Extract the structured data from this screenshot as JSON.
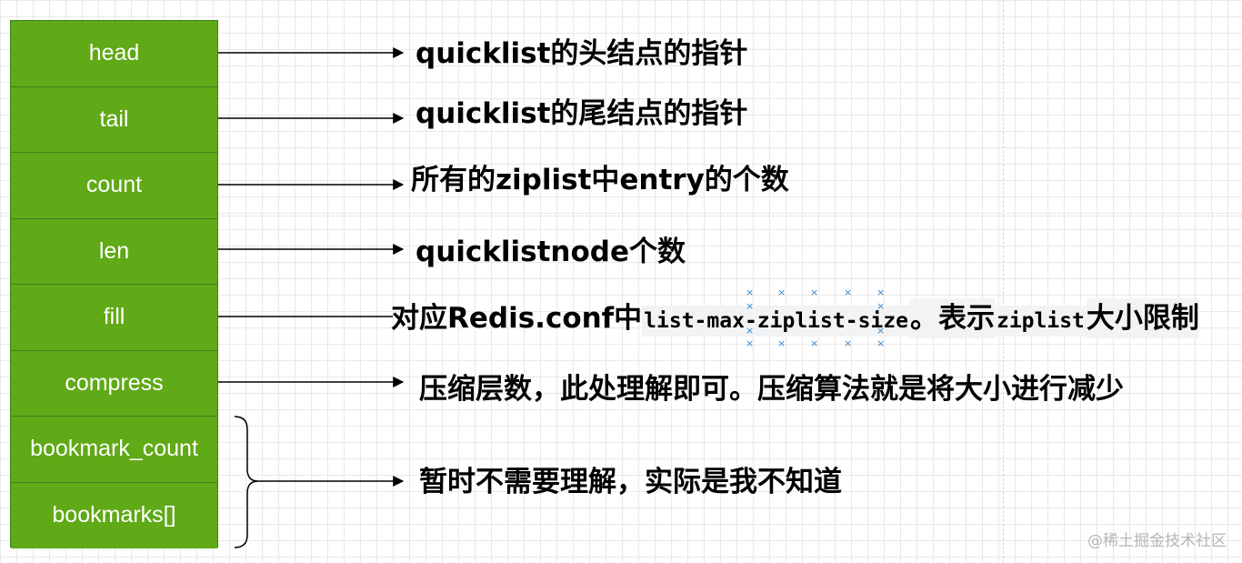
{
  "fields": [
    {
      "label": "head",
      "desc": "quicklist的头结点的指针"
    },
    {
      "label": "tail",
      "desc": "quicklist的尾结点的指针"
    },
    {
      "label": "count",
      "desc": "所有的ziplist中entry的个数"
    },
    {
      "label": "len",
      "desc": "quicklistnode个数"
    },
    {
      "label": "fill",
      "desc_prefix": "对应Redis.conf中",
      "desc_code": "list-max-ziplist-size",
      "desc_suffix": "。表示",
      "desc_code2": "ziplist",
      "desc_tail": "大小限制"
    },
    {
      "label": "compress",
      "desc": "压缩层数，此处理解即可。压缩算法就是将大小进行减少"
    },
    {
      "label": "bookmark_count"
    },
    {
      "label": "bookmarks[]"
    }
  ],
  "bookmark_desc": "暂时不需要理解，实际是我不知道",
  "watermark": "@稀土掘金技术社区"
}
